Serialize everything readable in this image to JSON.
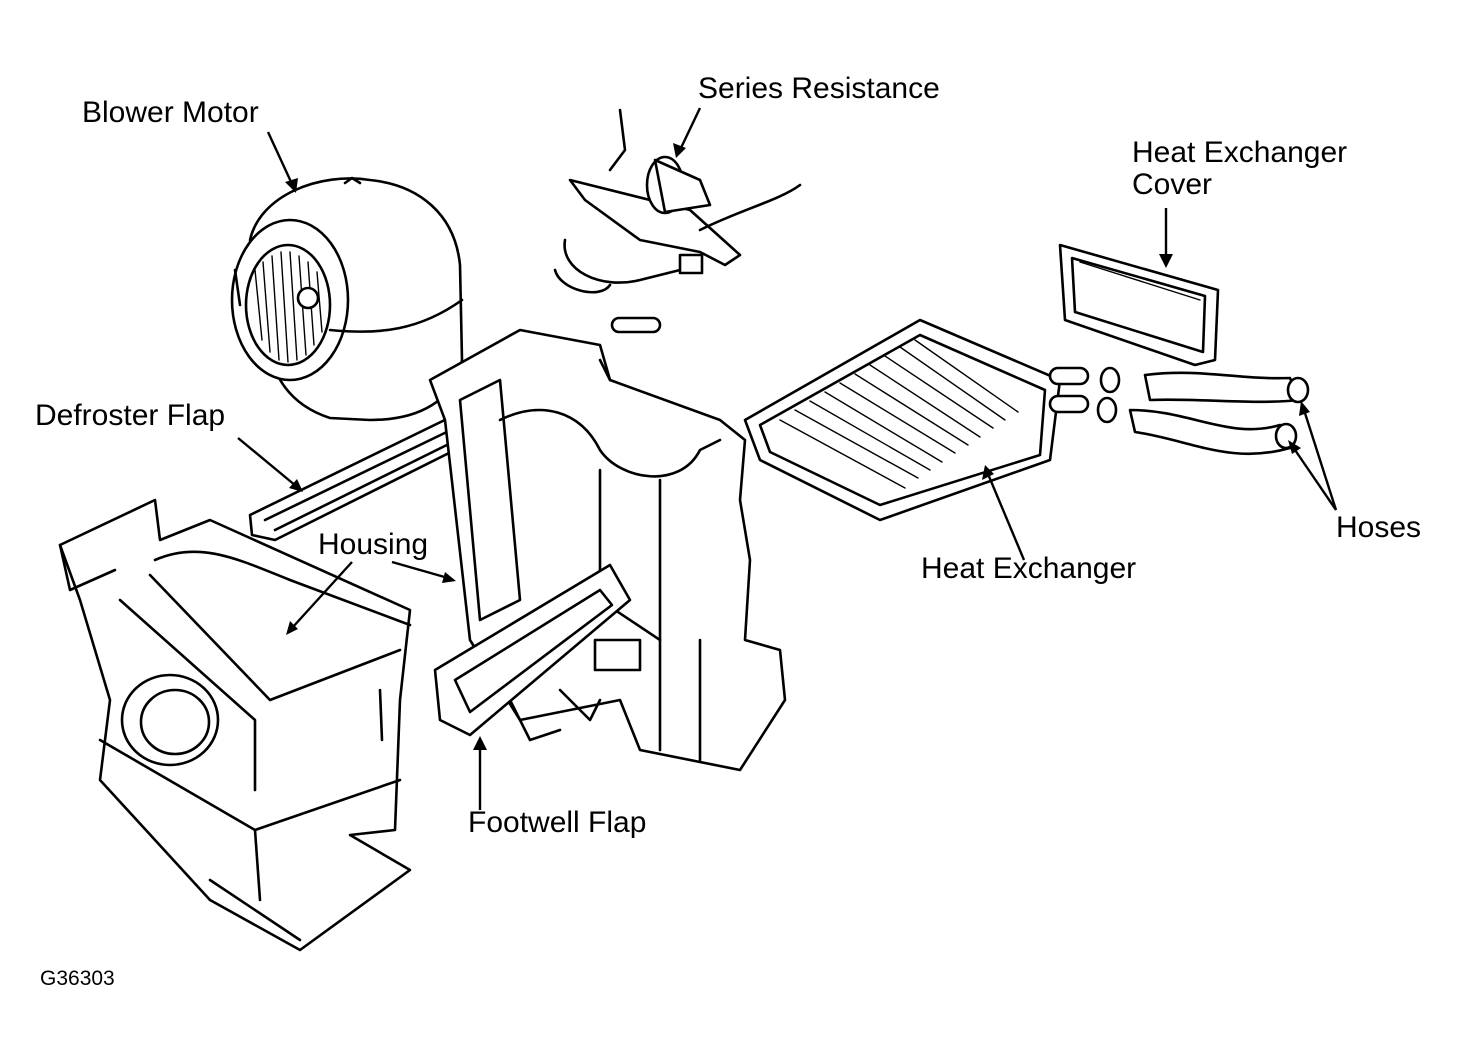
{
  "labels": {
    "series_resistance": "Series Resistance",
    "blower_motor": "Blower Motor",
    "heat_exchanger_cover_line1": "Heat Exchanger",
    "heat_exchanger_cover_line2": "Cover",
    "defroster_flap": "Defroster Flap",
    "housing": "Housing",
    "heat_exchanger": "Heat Exchanger",
    "hoses": "Hoses",
    "footwell_flap": "Footwell Flap"
  },
  "figure_code": "G36303"
}
